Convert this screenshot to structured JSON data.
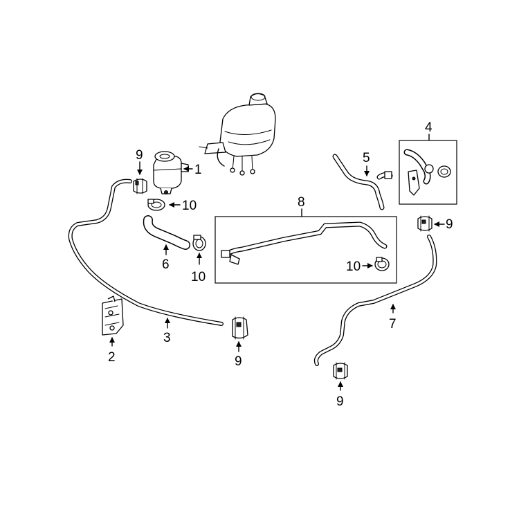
{
  "callouts": {
    "c1": "1",
    "c2": "2",
    "c3": "3",
    "c4": "4",
    "c5": "5",
    "c6": "6",
    "c7": "7",
    "c8": "8",
    "c9a": "9",
    "c9b": "9",
    "c9c": "9",
    "c9d": "9",
    "c10a": "10",
    "c10b": "10",
    "c10c": "10"
  },
  "colors": {
    "line": "#000000",
    "background": "#ffffff"
  }
}
